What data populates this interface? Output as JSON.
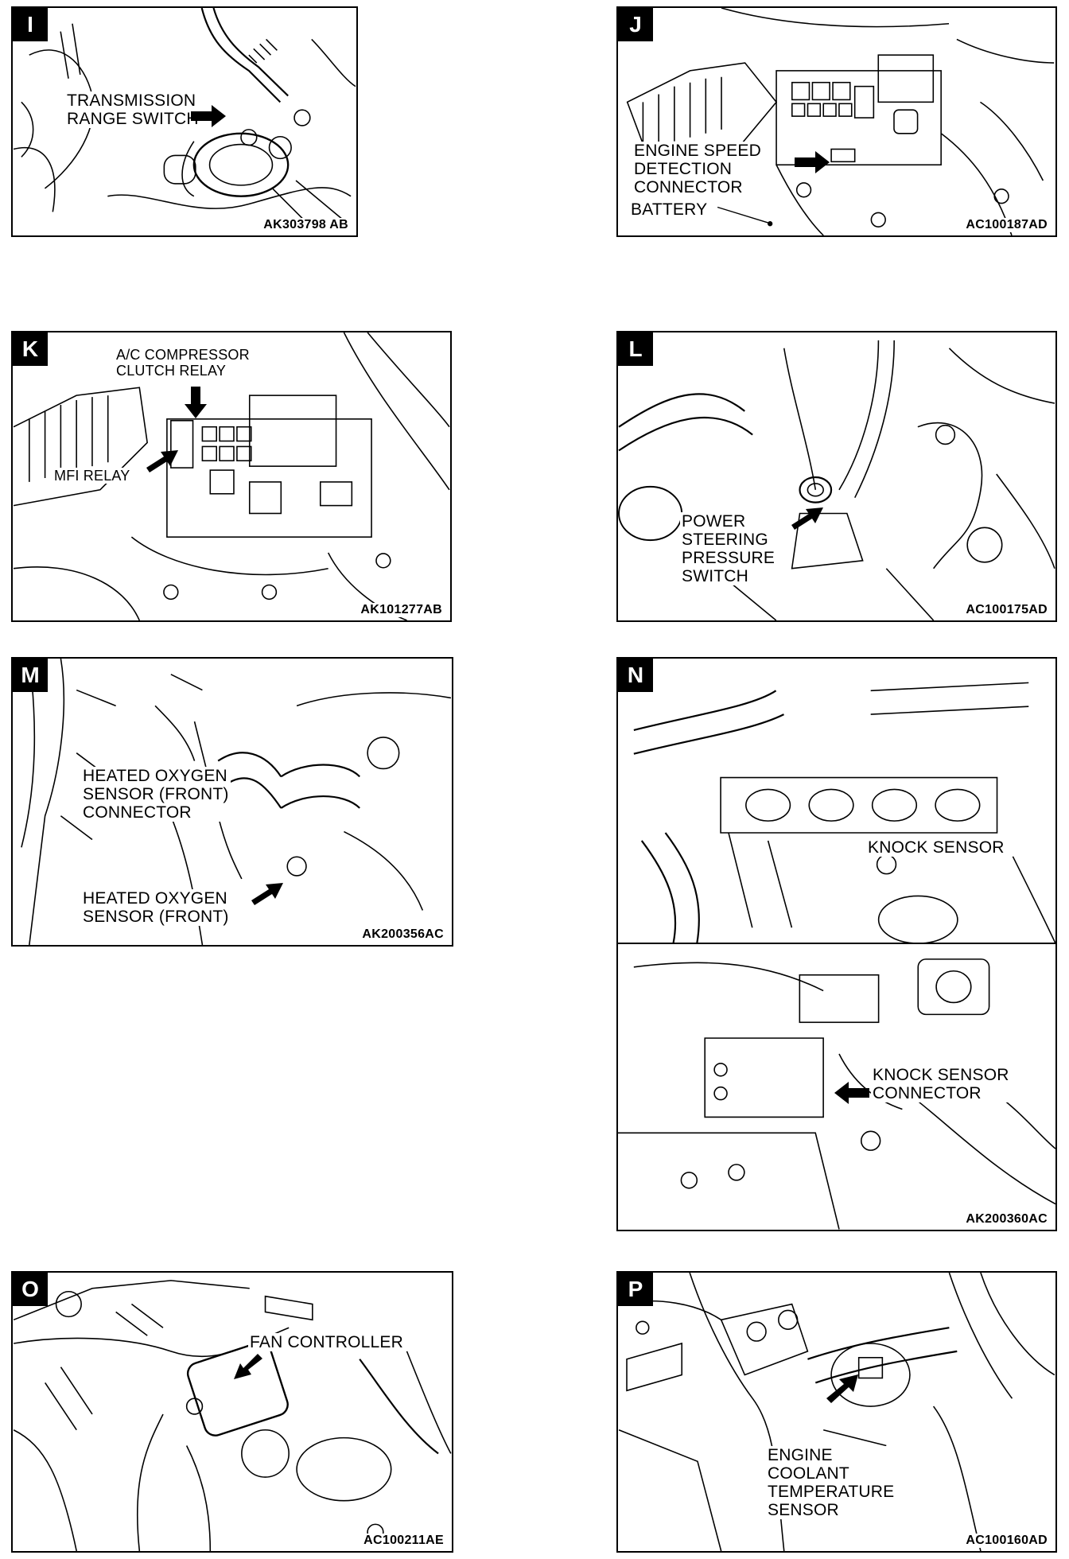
{
  "panels": {
    "I": {
      "letter": "I",
      "code": "AK303798 AB",
      "labels": {
        "switch": "TRANSMISSION\nRANGE SWITCH"
      }
    },
    "J": {
      "letter": "J",
      "code": "AC100187AD",
      "labels": {
        "connector": "ENGINE SPEED\nDETECTION\nCONNECTOR",
        "battery": "BATTERY"
      }
    },
    "K": {
      "letter": "K",
      "code": "AK101277AB",
      "labels": {
        "ac_relay": "A/C COMPRESSOR\nCLUTCH RELAY",
        "mfi_relay": "MFI RELAY"
      }
    },
    "L": {
      "letter": "L",
      "code": "AC100175AD",
      "labels": {
        "ps_switch": "POWER\nSTEERING\nPRESSURE\nSWITCH"
      }
    },
    "M": {
      "letter": "M",
      "code": "AK200356AC",
      "labels": {
        "o2_connector": "HEATED OXYGEN\nSENSOR (FRONT)\nCONNECTOR",
        "o2_sensor": "HEATED OXYGEN\nSENSOR (FRONT)"
      }
    },
    "N": {
      "letter": "N",
      "code": "AK200360AC",
      "labels": {
        "knock_sensor": "KNOCK SENSOR",
        "knock_connector": "KNOCK SENSOR\nCONNECTOR"
      }
    },
    "O": {
      "letter": "O",
      "code": "AC100211AE",
      "labels": {
        "fan_controller": "FAN CONTROLLER"
      }
    },
    "P": {
      "letter": "P",
      "code": "AC100160AD",
      "labels": {
        "ect_sensor": "ENGINE\nCOOLANT\nTEMPERATURE\nSENSOR"
      }
    }
  }
}
